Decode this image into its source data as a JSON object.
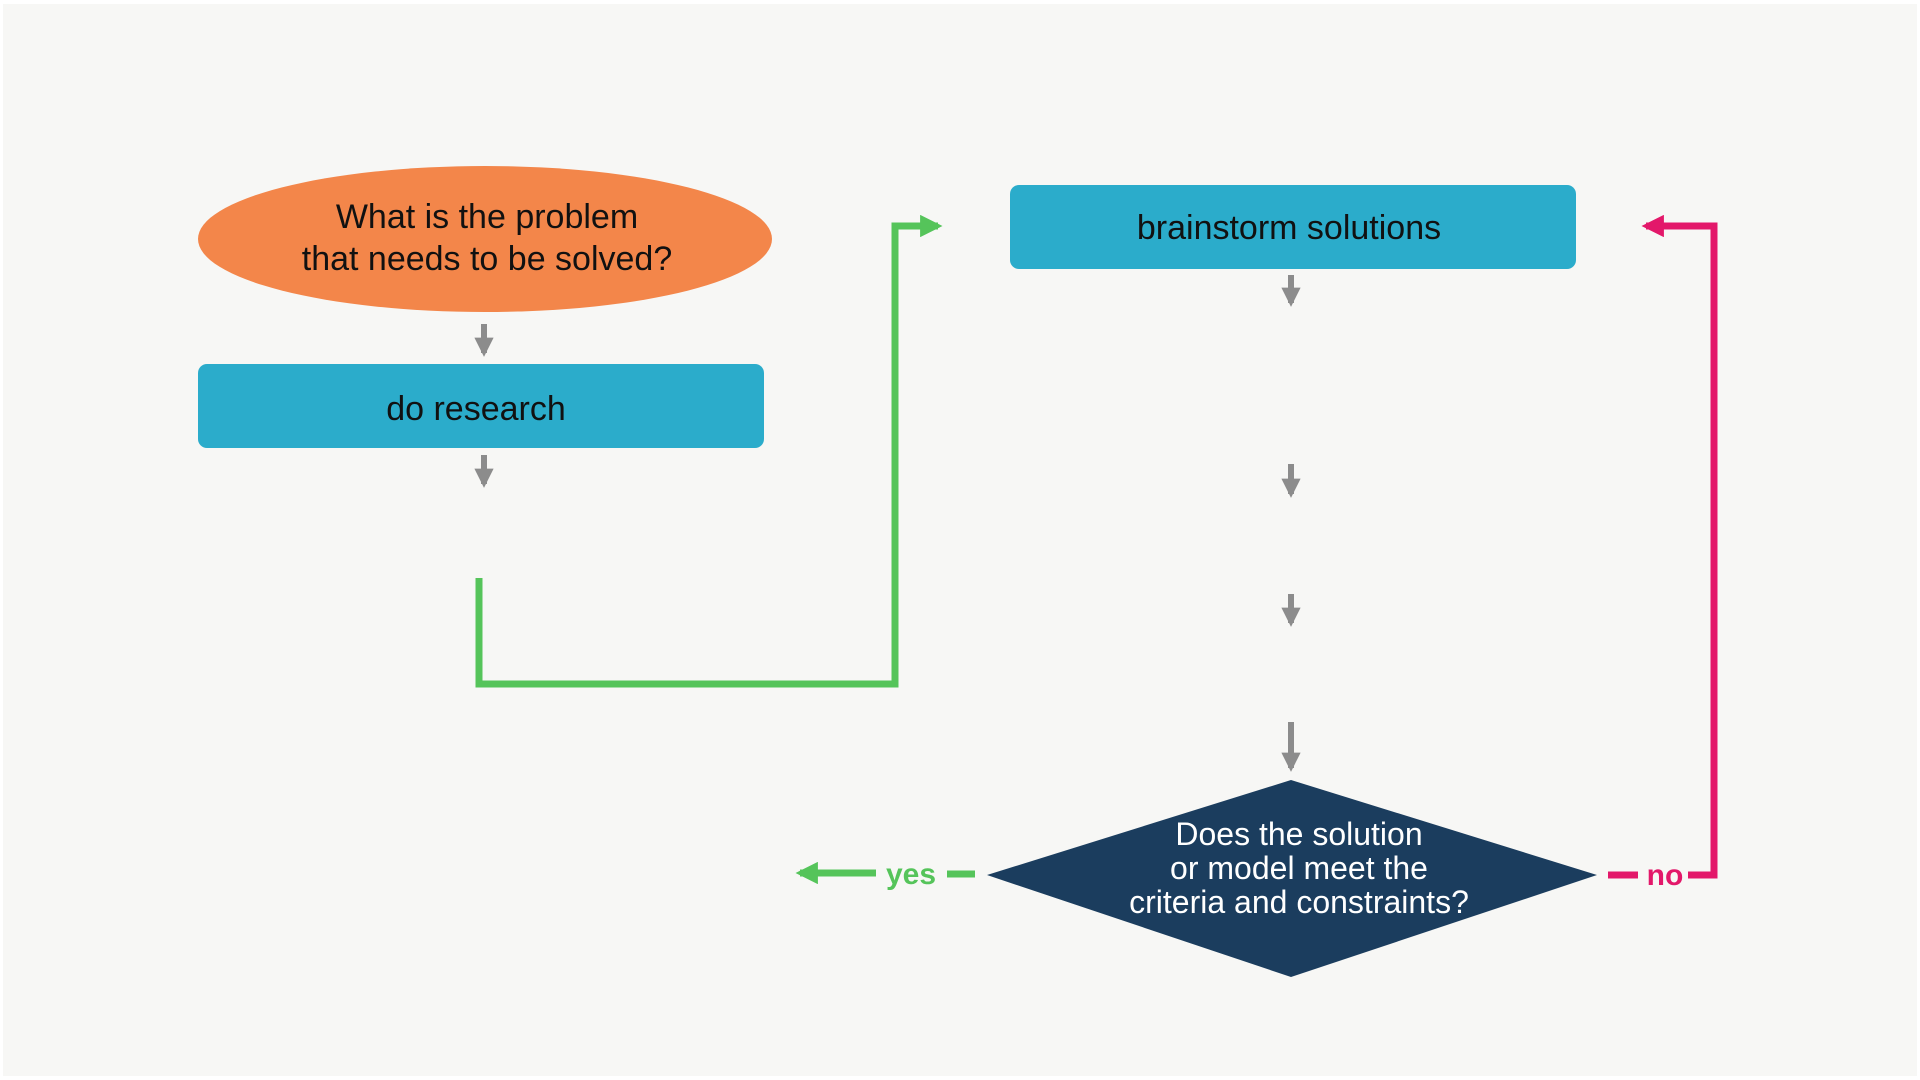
{
  "colors": {
    "background": "#f7f7f5",
    "oval": "#f3864a",
    "process": "#2baccb",
    "decision": "#1b3d5e",
    "arrow_gray": "#8c8c8c",
    "arrow_green": "#55c45a",
    "arrow_pink": "#e3186a",
    "text_dark": "#111111",
    "text_light": "#ffffff"
  },
  "nodes": {
    "problem": {
      "line1": "What is the problem",
      "line2": "that needs to be solved?"
    },
    "research": {
      "label": "do research"
    },
    "brainstorm": {
      "label": "brainstorm solutions"
    },
    "decision": {
      "line1": "Does the solution",
      "line2": "or model meet the",
      "line3": "criteria and constraints?"
    }
  },
  "branches": {
    "yes": "yes",
    "no": "no"
  }
}
